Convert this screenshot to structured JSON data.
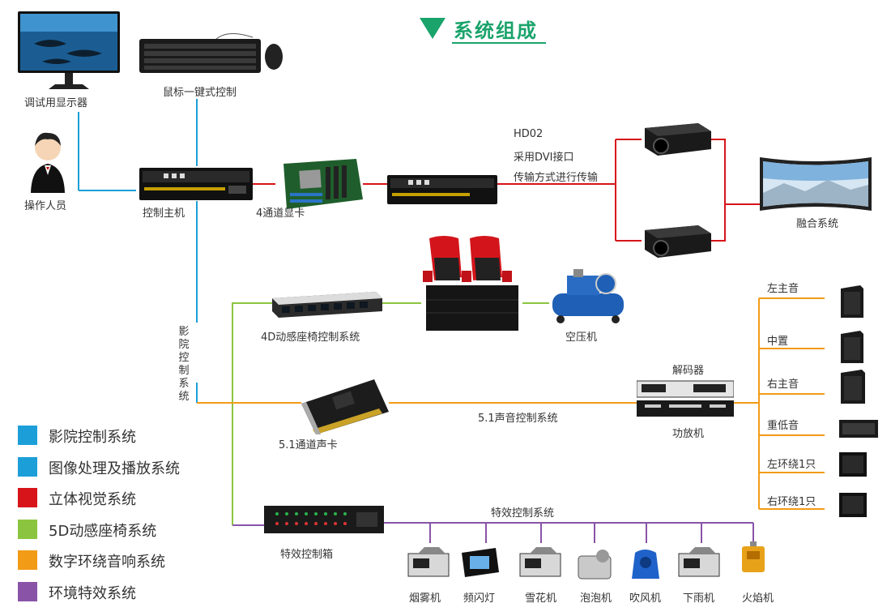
{
  "title": "系统组成",
  "labels": {
    "monitor": "调试用显示器",
    "keyboard": "鼠标一键式控制",
    "operator": "操作人员",
    "host": "控制主机",
    "gpu": "4通道显卡",
    "hd1": "HD02",
    "hd2": "采用DVI接口",
    "hd3": "传输方式进行传输",
    "fusion": "融合系统",
    "seat_ctrl": "4D动感座椅控制系统",
    "compressor": "空压机",
    "cinema_ctrl": "影院控制系统",
    "decoder": "解码器",
    "amp": "功放机",
    "audio_ctrl": "5.1声音控制系统",
    "soundcard": "5.1通道声卡",
    "fx_ctrl": "特效控制系统",
    "fx_box": "特效控制箱"
  },
  "speakers": [
    "左主音",
    "中置",
    "右主音",
    "重低音",
    "左环绕1只",
    "右环绕1只"
  ],
  "effects": [
    "烟雾机",
    "频闪灯",
    "雪花机",
    "泡泡机",
    "吹风机",
    "下雨机",
    "火焰机"
  ],
  "legend": [
    {
      "label": "影院控制系统",
      "color": "#1c9fd8"
    },
    {
      "label": "图像处理及播放系统",
      "color": "#1c9fd8"
    },
    {
      "label": "立体视觉系统",
      "color": "#d7141a"
    },
    {
      "label": "5D动感座椅系统",
      "color": "#8bc53f"
    },
    {
      "label": "数字环绕音响系统",
      "color": "#f29b16"
    },
    {
      "label": "环境特效系统",
      "color": "#8954a8"
    }
  ],
  "colors": {
    "accent": "#1aa36b",
    "blue": "#1c9fd8",
    "red": "#d7141a",
    "green": "#8bc53f",
    "orange": "#f29b16",
    "purple": "#8954a8"
  }
}
